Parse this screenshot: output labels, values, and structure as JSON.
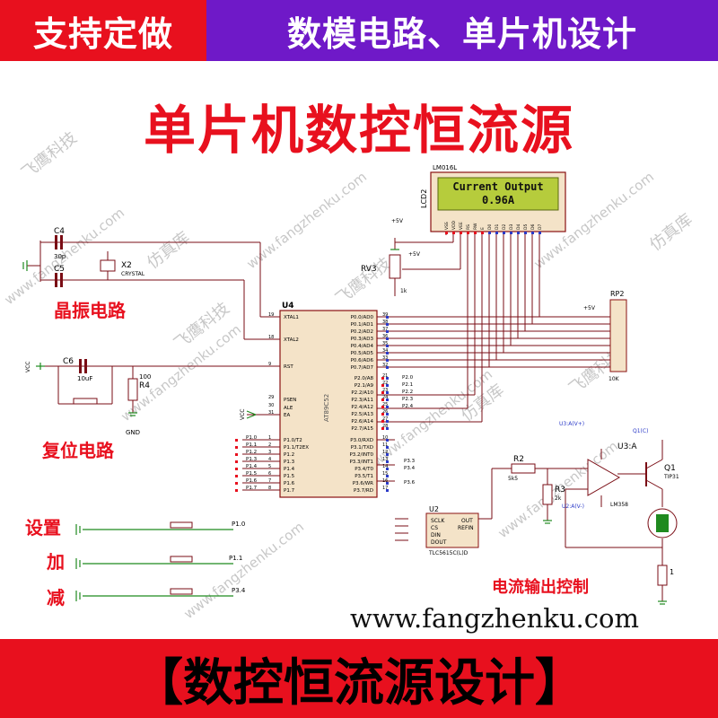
{
  "banner": {
    "left": "支持定做",
    "right": "数模电路、单片机设计"
  },
  "title": "单片机数控恒流源",
  "sections": {
    "crystal": "晶振电路",
    "reset": "复位电路",
    "set": "设置",
    "add": "加",
    "sub": "减",
    "output": "电流输出控制"
  },
  "lcd": {
    "model": "LM016L",
    "ref": "LCD2",
    "line1": "Current Output",
    "line2": "0.96A",
    "pins": [
      "VSS",
      "VDD",
      "VEE",
      "RS",
      "RW",
      "E",
      "D0",
      "D1",
      "D2",
      "D3",
      "D4",
      "D5",
      "D6",
      "D7"
    ]
  },
  "mcu": {
    "ref": "U4",
    "part": "AT89C52",
    "left_pins": [
      "XTAL1",
      "XTAL2",
      "RST",
      "PSEN",
      "ALE",
      "EA",
      "P1.0/T2",
      "P1.1/T2EX",
      "P1.2",
      "P1.3",
      "P1.4",
      "P1.5",
      "P1.6",
      "P1.7"
    ],
    "left_nums": [
      "19",
      "18",
      "9",
      "29",
      "30",
      "31",
      "1",
      "2",
      "3",
      "4",
      "5",
      "6",
      "7",
      "8"
    ],
    "right_pins": [
      "P0.0/AD0",
      "P0.1/AD1",
      "P0.2/AD2",
      "P0.3/AD3",
      "P0.4/AD4",
      "P0.5/AD5",
      "P0.6/AD6",
      "P0.7/AD7",
      "P2.0/A8",
      "P2.1/A9",
      "P2.2/A10",
      "P2.3/A11",
      "P2.4/A12",
      "P2.5/A13",
      "P2.6/A14",
      "P2.7/A15",
      "P3.0/RXD",
      "P3.1/TXD",
      "P3.2/INT0",
      "P3.3/INT1",
      "P3.4/T0",
      "P3.5/T1",
      "P3.6/WR",
      "P3.7/RD"
    ],
    "right_nums": [
      "39",
      "38",
      "37",
      "36",
      "35",
      "34",
      "33",
      "32",
      "21",
      "22",
      "23",
      "24",
      "25",
      "26",
      "27",
      "28",
      "10",
      "11",
      "12",
      "13",
      "14",
      "15",
      "16",
      "17"
    ],
    "p1_labels": [
      "P1.0",
      "P1.1",
      "P1.2",
      "P1.3",
      "P1.4",
      "P1.5",
      "P1.6",
      "P1.7"
    ],
    "p2_labels": [
      "P2.0",
      "P2.1",
      "P2.2",
      "P2.3",
      "P2.4"
    ],
    "p3_labels": [
      "P3.3",
      "P3.4",
      "P3.6"
    ]
  },
  "components": {
    "c4": "C4",
    "c4_val": "30p",
    "c5": "C5",
    "x2": "X2",
    "x2_val": "CRYSTAL",
    "c6": "C6",
    "c6_val": "10uF",
    "r4": "R4",
    "r4_val": "100",
    "rv3": "RV3",
    "rv3_val": "1k",
    "rp2": "RP2",
    "rp2_val": "10K",
    "r2": "R2",
    "r2_val": "5k5",
    "r3": "R3",
    "r3_val": "2k",
    "u2": "U2",
    "u2_part": "TLC5615C(L)D",
    "u2_pins": [
      "SCLK",
      "CS",
      "DIN",
      "DOUT",
      "OUT",
      "REFIN"
    ],
    "u3": "U3:A",
    "u3_part": "LM358",
    "q1": "Q1",
    "q1_part": "TIP31",
    "vcc": "VCC",
    "plus5v": "+5V",
    "gnd": "GND",
    "p10": "P1.0",
    "p11": "P1.1",
    "p34": "P3.4",
    "probe_v": "U3:A(V+)",
    "probe_q": "Q1(C)",
    "probe_v2": "U2:A(V-)",
    "r1_val": "1"
  },
  "website": "www.fangzhenku.com",
  "footer": "【数控恒流源设计】",
  "watermark": {
    "site": "www.fangzhenku.com",
    "brand": "飞鹰科技",
    "lib": "仿真库"
  },
  "colors": {
    "red": "#e8101e",
    "purple": "#6f19c8",
    "wire": "#7a0c14",
    "green": "#1f8a1f",
    "lcd_bg": "#b6cc3c",
    "chip": "#f4e3c8",
    "chip_border": "#8a1010"
  }
}
